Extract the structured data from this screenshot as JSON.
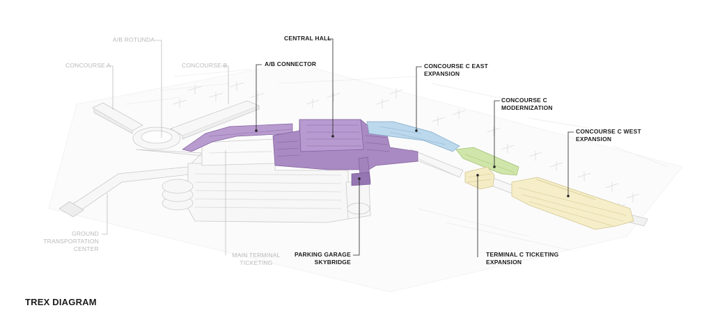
{
  "title": "TREX DIAGRAM",
  "colors": {
    "central": "#a98ac2",
    "central_dark": "#8a68a8",
    "east": "#b9d7ea",
    "modern": "#cde3a8",
    "west": "#f4ecc4",
    "building_line": "#cfcfcf",
    "leader_grey": "#bdbdbd",
    "leader_dark": "#222222"
  },
  "labels": {
    "ab_rotunda": "A/B ROTUNDA",
    "concourse_a": "CONCOURSE A",
    "concourse_b": "CONCOURSE B",
    "central_hall": "CENTRAL HALL",
    "ab_connector": "A/B CONNECTOR",
    "concourse_c_east": "CONCOURSE C EAST\nEXPANSION",
    "concourse_c_modern": "CONCOURSE C\nMODERNIZATION",
    "concourse_c_west": "CONCOURSE C WEST\nEXPANSION",
    "ground_transport": "GROUND TRANSPORTATION\nCENTER",
    "main_terminal": "MAIN TERMINAL\nTICKETING",
    "parking_skybridge": "PARKING GARAGE\nSKYBRIDGE",
    "terminal_c_ticketing": "TERMINAL C TICKETING\nEXPANSION"
  }
}
